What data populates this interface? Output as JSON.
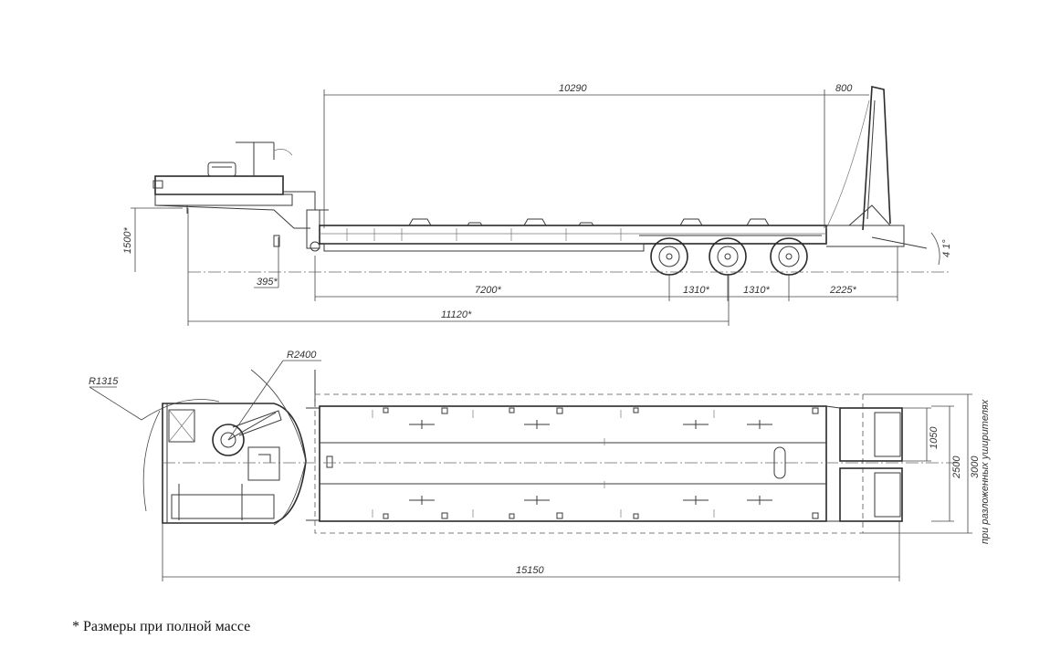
{
  "dimensions": {
    "deck_length": "10290",
    "gooseneck_top": "800",
    "deck_height": "1500*",
    "front_overhang": "395*",
    "kingpin_to_axle": "7200*",
    "axle_spacing_1": "1310*",
    "axle_spacing_2": "1310*",
    "rear_overhang": "2225*",
    "kingpin_to_center": "11120*",
    "swing_radius_1": "R1315",
    "swing_radius_2": "R2400",
    "overall_length": "15150",
    "ramp_width": "1050",
    "deck_width": "2500",
    "deployed_width": "3000",
    "deployed_width_note": "при разложенных уширителях",
    "ramp_angle": "4 1°"
  },
  "footnote": "* Размеры при полной массе"
}
